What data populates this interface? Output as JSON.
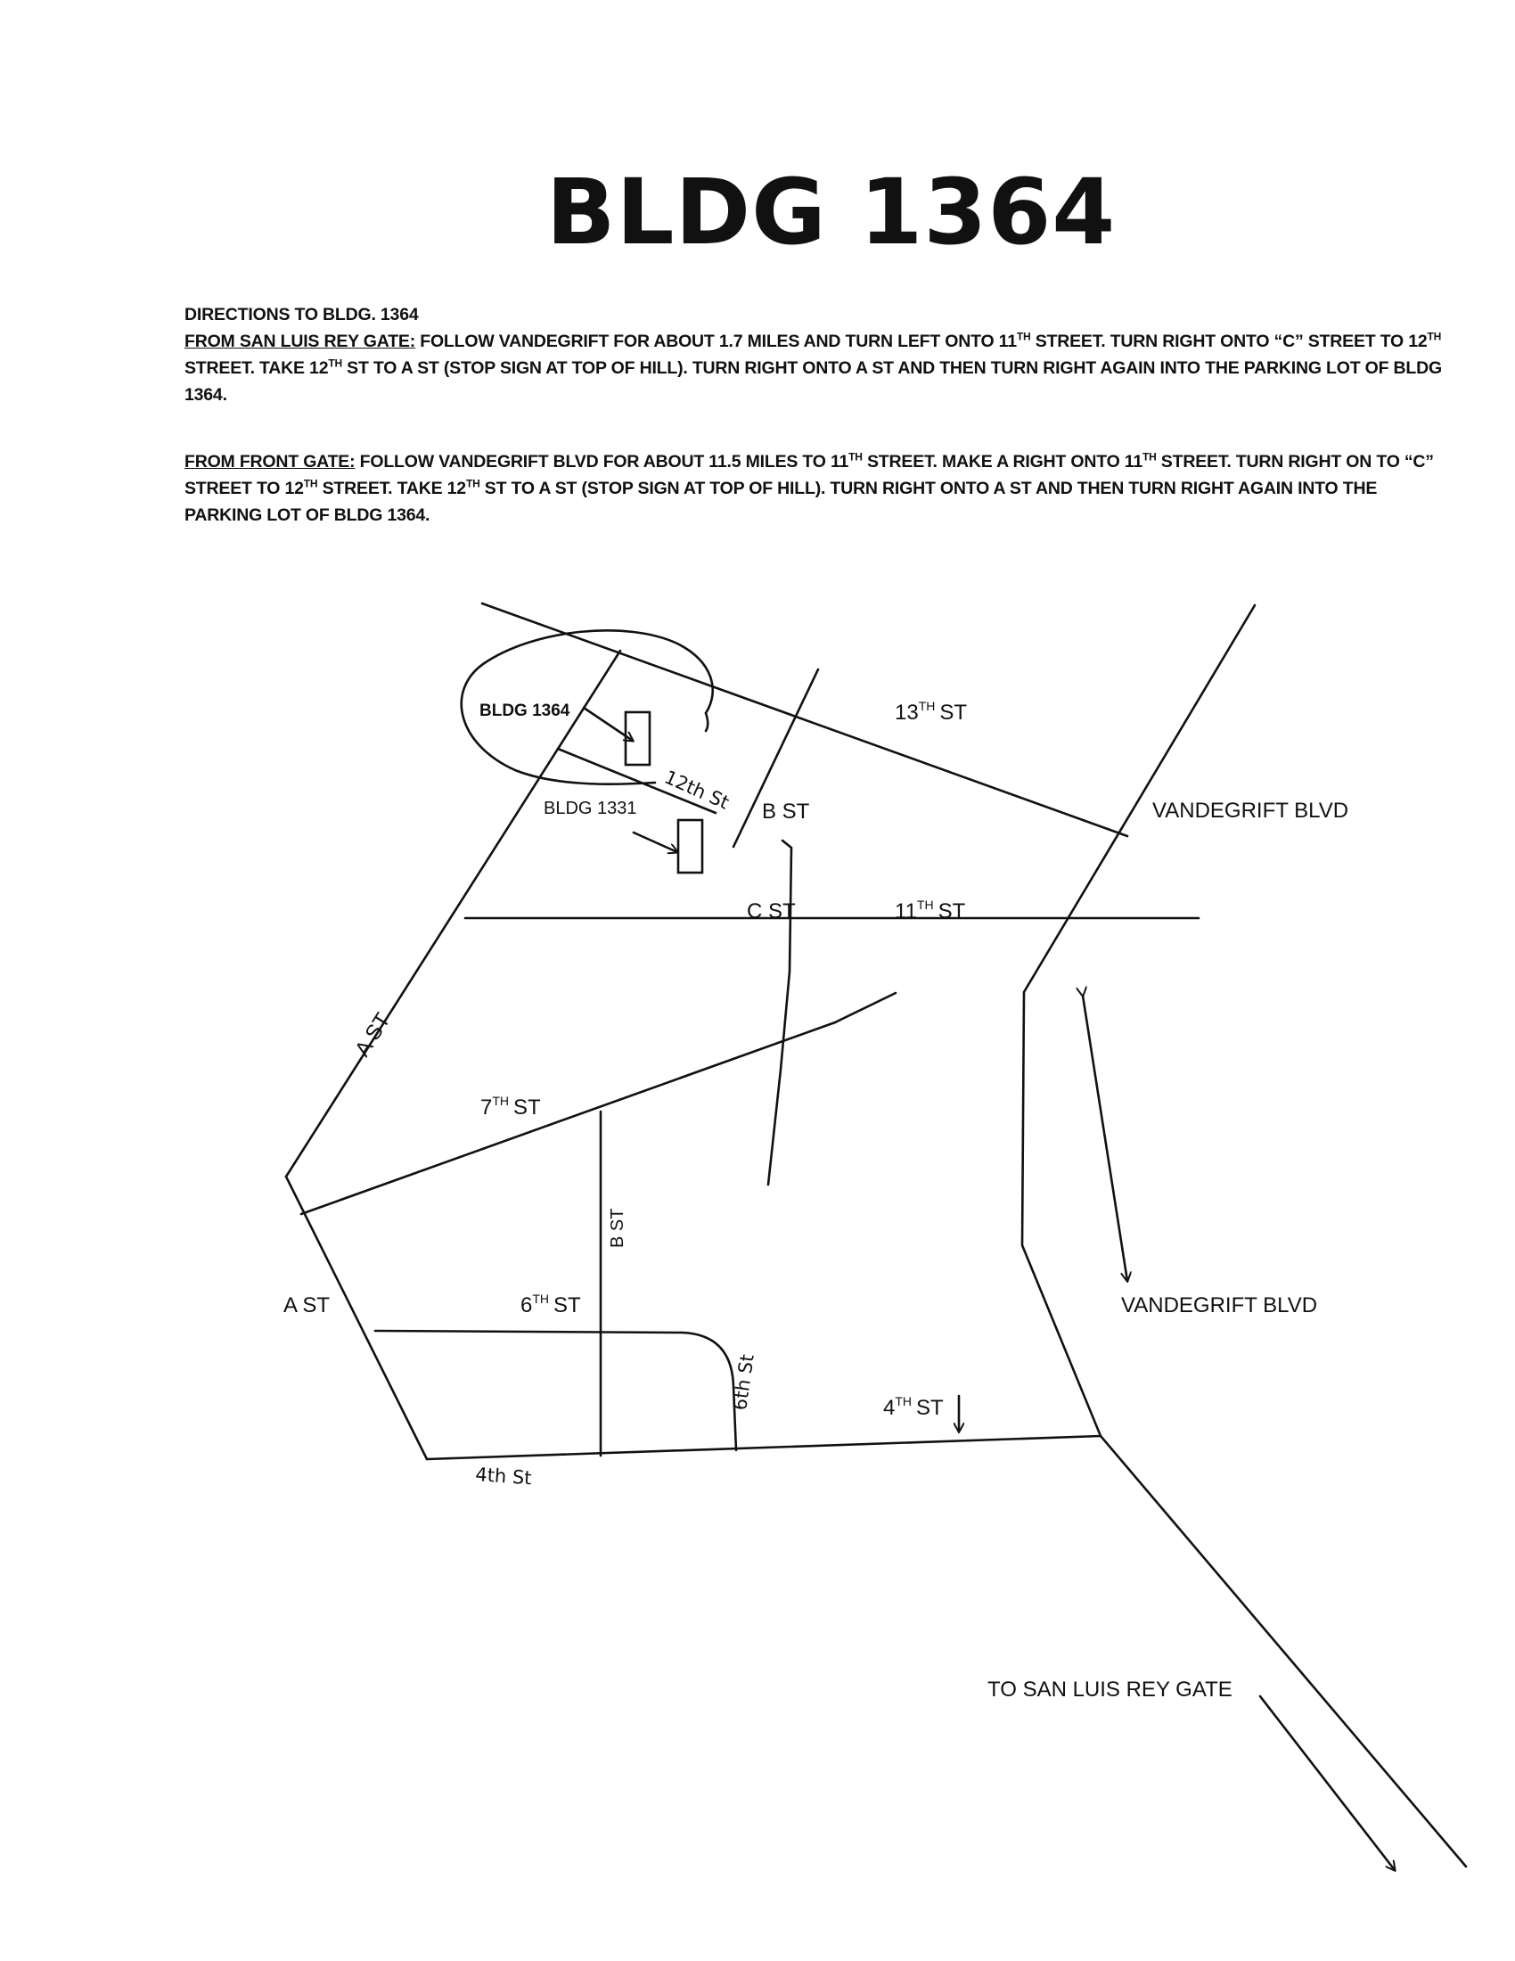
{
  "title": "BLDG 1364",
  "directions": {
    "heading": "DIRECTIONS TO BLDG. 1364",
    "san_luis": {
      "label": "FROM SAN LUIS REY GATE:",
      "p1": " FOLLOW VANDEGRIFT FOR ABOUT 1.7 MILES AND TURN LEFT ONTO 11",
      "p2": " STREET. TURN RIGHT ONTO “C” STREET TO 12",
      "p3": " STREET.  TAKE 12",
      "p4": " ST TO A ST (STOP SIGN AT TOP OF HILL).  TURN RIGHT ONTO A ST AND THEN TURN RIGHT AGAIN INTO THE PARKING LOT OF BLDG 1364."
    },
    "front_gate": {
      "label": "FROM FRONT GATE:",
      "p1": " FOLLOW VANDEGRIFT BLVD FOR ABOUT 11.5 MILES TO 11",
      "p2": " STREET. MAKE A RIGHT ONTO 11",
      "p3": " STREET. TURN RIGHT ON TO “C” STREET TO 12",
      "p4": " STREET.  TAKE 12",
      "p5": " ST TO A ST (STOP SIGN AT TOP OF HILL).  TURN RIGHT ONTO A ST AND THEN TURN RIGHT AGAIN INTO THE PARKING LOT OF BLDG 1364."
    },
    "th": "TH"
  },
  "map": {
    "buildings": {
      "bldg_1364": "BLDG 1364",
      "bldg_1331": "BLDG 1331"
    },
    "streets": {
      "st13": "13",
      "st11": "11",
      "st7": "7",
      "st6": "6",
      "st4": "4",
      "st_suffix": "ST",
      "th": "TH",
      "b_st": "B ST",
      "c_st": "C ST",
      "a_st_upper": "A ST",
      "a_st_lower": "A ST",
      "b_st_vertical": "B ST",
      "vandegrift_upper": "VANDEGRIFT BLVD",
      "vandegrift_lower": "VANDEGRIFT BLVD",
      "hand_12th": "12th St",
      "hand_6th": "6th St",
      "hand_4th": "4th St"
    },
    "gate_label": "TO SAN LUIS REY GATE"
  }
}
